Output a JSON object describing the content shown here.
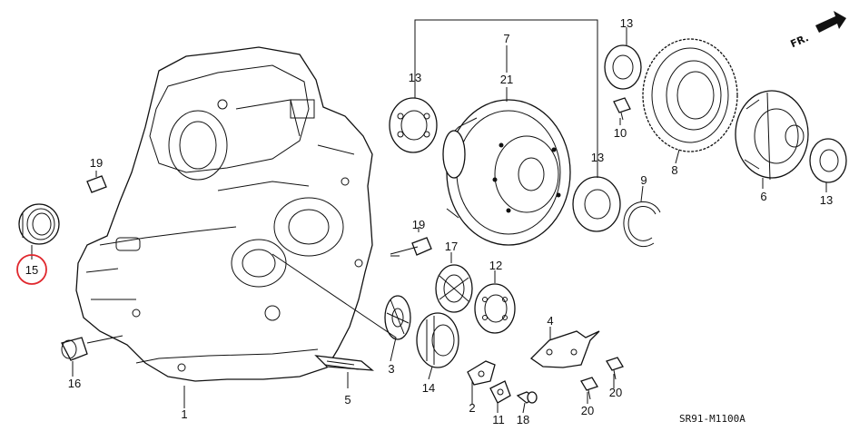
{
  "diagram_code": "SR91-M1100A",
  "direction_label": "FR.",
  "highlight_color": "#e0282e",
  "callouts": [
    {
      "key": "c1",
      "num": "1"
    },
    {
      "key": "c2",
      "num": "2"
    },
    {
      "key": "c3",
      "num": "3"
    },
    {
      "key": "c4",
      "num": "4"
    },
    {
      "key": "c5",
      "num": "5"
    },
    {
      "key": "c6",
      "num": "6"
    },
    {
      "key": "c7",
      "num": "7"
    },
    {
      "key": "c8",
      "num": "8"
    },
    {
      "key": "c9",
      "num": "9"
    },
    {
      "key": "c10",
      "num": "10"
    },
    {
      "key": "c11",
      "num": "11"
    },
    {
      "key": "c12",
      "num": "12"
    },
    {
      "key": "c13a",
      "num": "13"
    },
    {
      "key": "c13b",
      "num": "13"
    },
    {
      "key": "c13c",
      "num": "13"
    },
    {
      "key": "c13d",
      "num": "13"
    },
    {
      "key": "c14",
      "num": "14"
    },
    {
      "key": "c15",
      "num": "15",
      "highlighted": true
    },
    {
      "key": "c16",
      "num": "16"
    },
    {
      "key": "c17",
      "num": "17"
    },
    {
      "key": "c18",
      "num": "18"
    },
    {
      "key": "c19a",
      "num": "19"
    },
    {
      "key": "c19b",
      "num": "19"
    },
    {
      "key": "c20a",
      "num": "20"
    },
    {
      "key": "c20b",
      "num": "20"
    },
    {
      "key": "c21",
      "num": "21"
    }
  ]
}
